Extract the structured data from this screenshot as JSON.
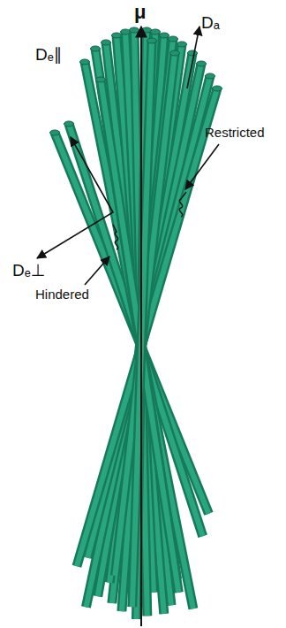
{
  "diagram": {
    "labels": [
      "μ",
      "Dₐ",
      "Dₑ∥",
      "Dₑ⊥",
      "Restricted",
      "Hindered"
    ]
  }
}
